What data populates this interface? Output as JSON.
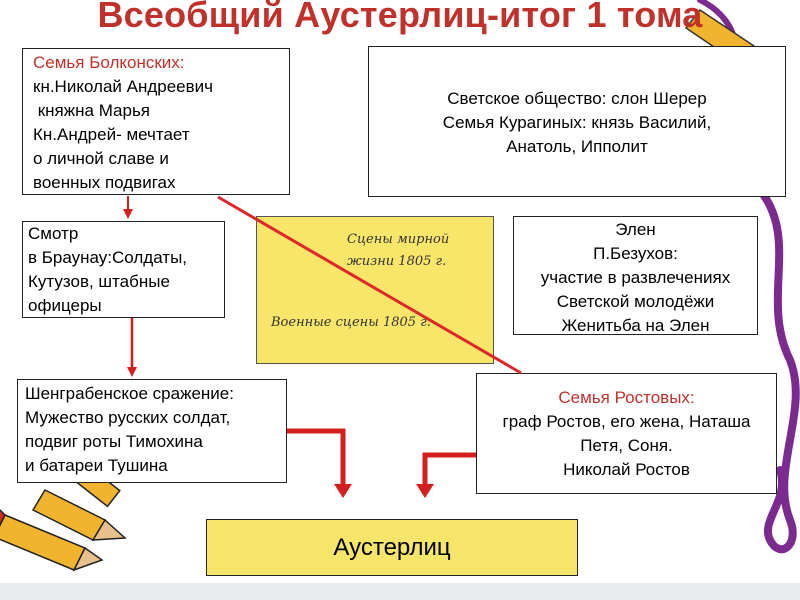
{
  "title": "Всеобщий Аустерлиц-итог 1 тома",
  "bolkonsky": {
    "heading": "Семья Болконских:",
    "lines": [
      "кн.Николай Андреевич",
      " княжна Марья",
      "Кн.Андрей- мечтает",
      "о личной славе и",
      "военных подвигах"
    ]
  },
  "society": {
    "lines": [
      "Светское общество: слон Шерер",
      "Семья Курагиных: князь Василий,",
      "Анатоль, Ипполит"
    ]
  },
  "review": {
    "lines": [
      "Смотр",
      "в Браунау:Солдаты,",
      "Кутузов, штабные",
      "офицеры"
    ]
  },
  "scenes": {
    "peace": [
      "Сцены мирной",
      "жизни 1805 г."
    ],
    "war": [
      "Военные сцены",
      "1805 г."
    ]
  },
  "helen": {
    "lines": [
      "Элен",
      "П.Безухов:",
      "участие в развлечениях",
      "Светской молодёжи",
      "Женитьба на Элен"
    ]
  },
  "shengraben": {
    "lines": [
      "Шенграбенское сражение:",
      "Мужество русских солдат,",
      "подвиг роты Тимохина",
      "и батареи Тушина"
    ]
  },
  "rostov": {
    "heading": "Семья Ростовых:",
    "lines": [
      "граф Ростов, его жена, Наташа",
      "Петя, Соня.",
      "Николай Ростов"
    ]
  },
  "austerlitz": {
    "label": "Аустерлиц"
  },
  "colors": {
    "accent_red": "#c0312b",
    "box_yellow": "#f7e66a",
    "arrow_red": "#d51f1f",
    "diagonal_red": "#e0262a"
  }
}
